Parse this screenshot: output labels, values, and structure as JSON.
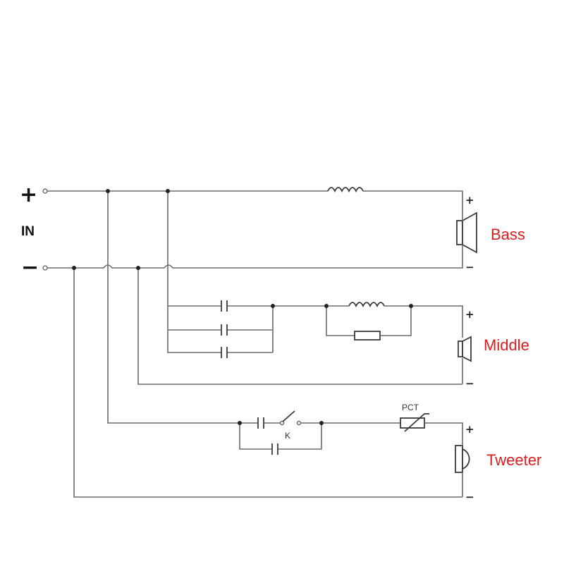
{
  "input": {
    "plus": "+",
    "minus": "−",
    "label": "IN"
  },
  "speakers": {
    "bass": {
      "label": "Bass",
      "plus": "+",
      "minus": "−"
    },
    "middle": {
      "label": "Middle",
      "plus": "+",
      "minus": "−"
    },
    "tweeter": {
      "label": "Tweeter",
      "plus": "+",
      "minus": "−"
    }
  },
  "components": {
    "pct_label": "PCT",
    "switch_label": "K"
  },
  "colors": {
    "wire": "#6b6b6b",
    "speaker_label": "#d42020",
    "text": "#111111"
  }
}
